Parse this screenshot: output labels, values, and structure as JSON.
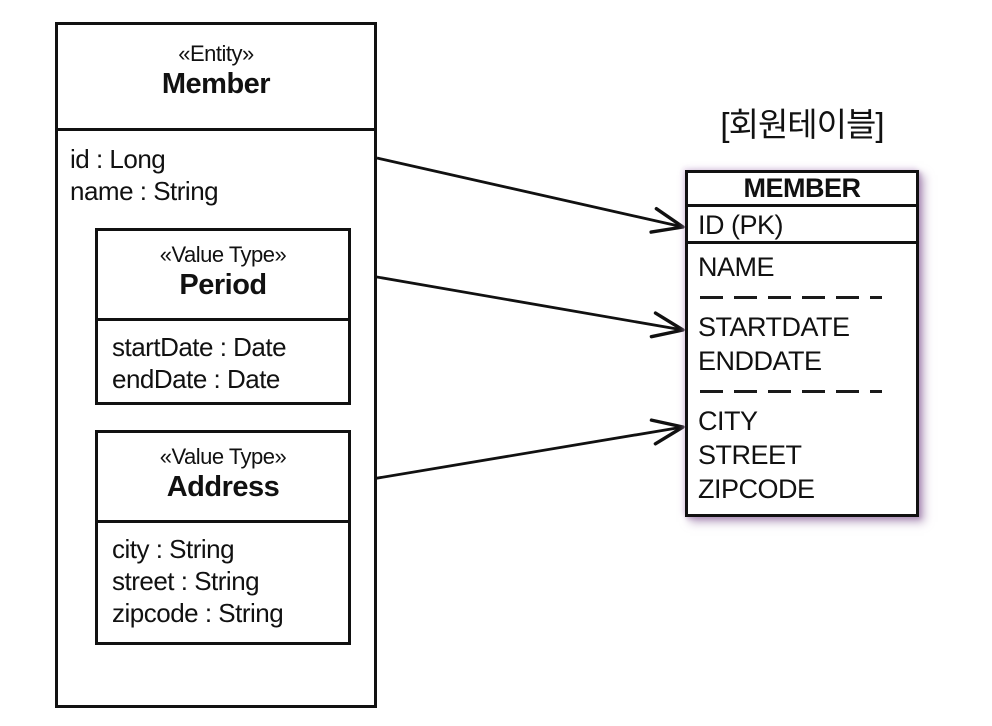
{
  "colors": {
    "ink": "#111111",
    "background": "#ffffff",
    "table_shadow": "#9673a5"
  },
  "entity": {
    "stereotype": "«Entity»",
    "name": "Member",
    "attributes": [
      "id : Long",
      "name : String"
    ]
  },
  "value_types": [
    {
      "stereotype": "«Value Type»",
      "name": "Period",
      "attributes": [
        "startDate : Date",
        "endDate : Date"
      ]
    },
    {
      "stereotype": "«Value Type»",
      "name": "Address",
      "attributes": [
        "city : String",
        "street : String",
        "zipcode : String"
      ]
    }
  ],
  "table": {
    "title": "[회원테이블]",
    "name": "MEMBER",
    "pk_row": "ID (PK)",
    "rows": [
      "NAME",
      "STARTDATE",
      "ENDDATE",
      "CITY",
      "STREET",
      "ZIPCODE"
    ]
  },
  "mappings": [
    {
      "from": "Member",
      "to": "ID (PK)"
    },
    {
      "from": "Period",
      "to": "STARTDATE"
    },
    {
      "from": "Address",
      "to": "CITY"
    }
  ]
}
